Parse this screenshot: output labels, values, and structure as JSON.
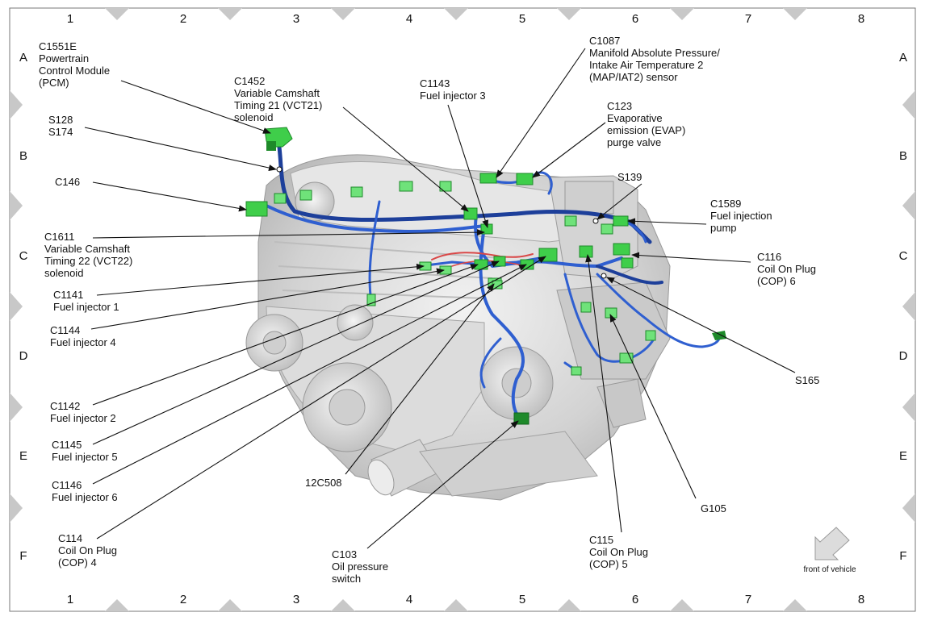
{
  "grid": {
    "columns": [
      "1",
      "2",
      "3",
      "4",
      "5",
      "6",
      "7",
      "8"
    ],
    "rows": [
      "A",
      "B",
      "C",
      "D",
      "E",
      "F"
    ]
  },
  "labels": [
    {
      "id": "c1551e",
      "code": "C1551E",
      "lines": [
        "Powertrain",
        "Control Module",
        "(PCM)"
      ]
    },
    {
      "id": "c1452",
      "code": "C1452",
      "lines": [
        "Variable Camshaft",
        "Timing 21 (VCT21)",
        "solenoid"
      ]
    },
    {
      "id": "c1087",
      "code": "C1087",
      "lines": [
        "Manifold Absolute Pressure/",
        "Intake Air Temperature 2",
        "(MAP/IAT2) sensor"
      ]
    },
    {
      "id": "c1143",
      "code": "C1143",
      "lines": [
        "Fuel injector 3"
      ]
    },
    {
      "id": "c123",
      "code": "C123",
      "lines": [
        "Evaporative",
        "emission (EVAP)",
        "purge valve"
      ]
    },
    {
      "id": "s128",
      "code": "S128",
      "lines": [
        "S174"
      ]
    },
    {
      "id": "c146",
      "code": "C146",
      "lines": []
    },
    {
      "id": "s139",
      "code": "S139",
      "lines": []
    },
    {
      "id": "c1589",
      "code": "C1589",
      "lines": [
        "Fuel injection",
        "pump"
      ]
    },
    {
      "id": "c1611",
      "code": "C1611",
      "lines": [
        "Variable Camshaft",
        "Timing 22 (VCT22)",
        "solenoid"
      ]
    },
    {
      "id": "c116",
      "code": "C116",
      "lines": [
        "Coil On Plug",
        "(COP) 6"
      ]
    },
    {
      "id": "c1141",
      "code": "C1141",
      "lines": [
        "Fuel injector 1"
      ]
    },
    {
      "id": "c1144",
      "code": "C1144",
      "lines": [
        "Fuel injector 4"
      ]
    },
    {
      "id": "s165",
      "code": "S165",
      "lines": []
    },
    {
      "id": "c1142",
      "code": "C1142",
      "lines": [
        "Fuel injector 2"
      ]
    },
    {
      "id": "c1145",
      "code": "C1145",
      "lines": [
        "Fuel injector 5"
      ]
    },
    {
      "id": "c1146",
      "code": "C1146",
      "lines": [
        "Fuel injector 6"
      ]
    },
    {
      "id": "12c508",
      "code": "12C508",
      "lines": []
    },
    {
      "id": "g105",
      "code": "G105",
      "lines": []
    },
    {
      "id": "c114",
      "code": "C114",
      "lines": [
        "Coil On Plug",
        "(COP) 4"
      ]
    },
    {
      "id": "c103",
      "code": "C103",
      "lines": [
        "Oil pressure",
        "switch"
      ]
    },
    {
      "id": "c115",
      "code": "C115",
      "lines": [
        "Coil On Plug",
        "(COP) 5"
      ]
    }
  ],
  "direction_indicator": {
    "label": "front of vehicle"
  },
  "colors": {
    "harness": "#2f5fd0",
    "harness_dark": "#1d3f9a",
    "connector": "#3fce4a",
    "connector_dark": "#1e8a2a",
    "engine": "#d8d8d8",
    "grid_marker": "#c8c8c8"
  }
}
